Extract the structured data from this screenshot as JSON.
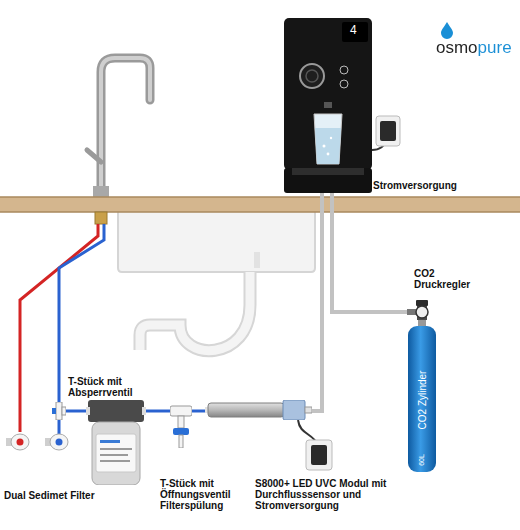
{
  "diagram": {
    "nodes": [
      {
        "text": [
          "4"
        ]
      },
      {
        "text": [
          "CO2 Druckregler",
          "CO2 Zylinder",
          "60L"
        ]
      },
      {
        "text": [
          "T-Stück mit Absperrventil"
        ]
      },
      {
        "text": [
          "Dual Sedimet Filter"
        ]
      },
      {
        "text": [
          "T-Stück mit Öffnungsventil Filterspülung"
        ]
      },
      {
        "text": [
          "S8000+ LED UVC Modul mit Durchflusssensor und Stromversorgung"
        ]
      }
    ],
    "edges": [
      {
        "from": 2,
        "to": 3,
        "arrow": "none"
      },
      {
        "from": 3,
        "to": 4,
        "arrow": "none"
      },
      {
        "from": 4,
        "to": 5,
        "arrow": "none"
      },
      {
        "from": 5,
        "to": 0,
        "arrow": "none"
      },
      {
        "from": 1,
        "to": 0,
        "arrow": "none"
      }
    ],
    "labels": [
      "Stromversorgung",
      "osmopure"
    ]
  }
}
